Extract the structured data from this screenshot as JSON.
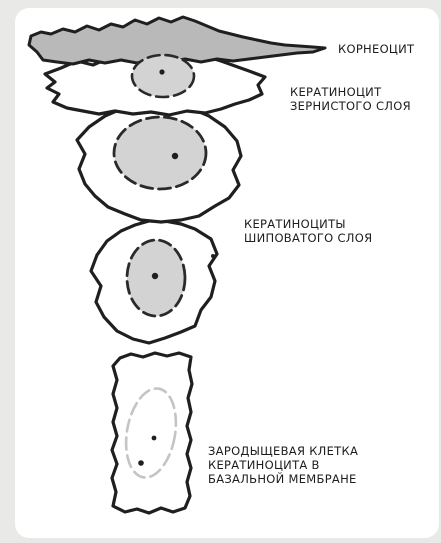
{
  "labels": {
    "corneocyte": [
      "КОРНЕОЦИТ"
    ],
    "granular": [
      "КЕРАТИНОЦИТ",
      "ЗЕРНИСТОГО СЛОЯ"
    ],
    "spinous": [
      "КЕРАТИНОЦИТЫ",
      "ШИПОВАТОГО СЛОЯ"
    ],
    "basal": [
      "ЗАРОДЫЩЕВАЯ КЛЕТКА",
      "КЕРАТИНОЦИТА В",
      "БАЗАЛЬНОЙ МЕМБРАНЕ"
    ]
  },
  "colors": {
    "background": "#e9e9e7",
    "card": "#ffffff",
    "outline": "#1f1f1f",
    "corneocyte_fill": "#b9b9b9",
    "nucleus_fill": "#d3d3d3",
    "basal_dash": "#c4c4c4"
  }
}
